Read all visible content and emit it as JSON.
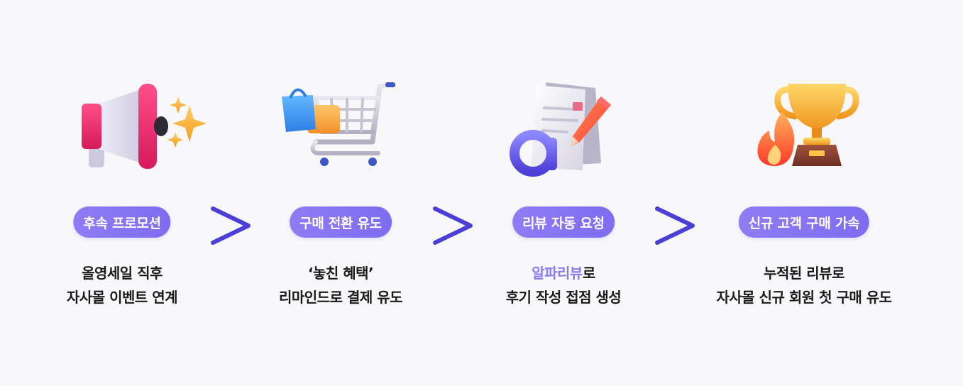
{
  "steps": [
    {
      "icon": "megaphone-icon",
      "label": "후속 프로모션",
      "desc_line1": "올영세일 직후",
      "desc_line2": "자사몰 이벤트 연계"
    },
    {
      "icon": "shopping-cart-icon",
      "label": "구매 전환 유도",
      "desc_line1": "‘놓친 혜택’",
      "desc_line2": "리마인드로 결제 유도"
    },
    {
      "icon": "review-document-icon",
      "label": "리뷰 자동 요청",
      "desc_line1_accent": "알파리뷰",
      "desc_line1_rest": "로",
      "desc_line2": "후기 작성 접점 생성"
    },
    {
      "icon": "trophy-icon",
      "label": "신규 고객 구매 가속",
      "desc_line1": "누적된 리뷰로",
      "desc_line2": "자사몰 신규 회원 첫 구매 유도"
    }
  ],
  "colors": {
    "accent": "#8b7bf0",
    "pill": "#8f7cf3",
    "chevron": "#4b3fd8",
    "text": "#1a1a1a",
    "background": "#f8f8fb"
  }
}
